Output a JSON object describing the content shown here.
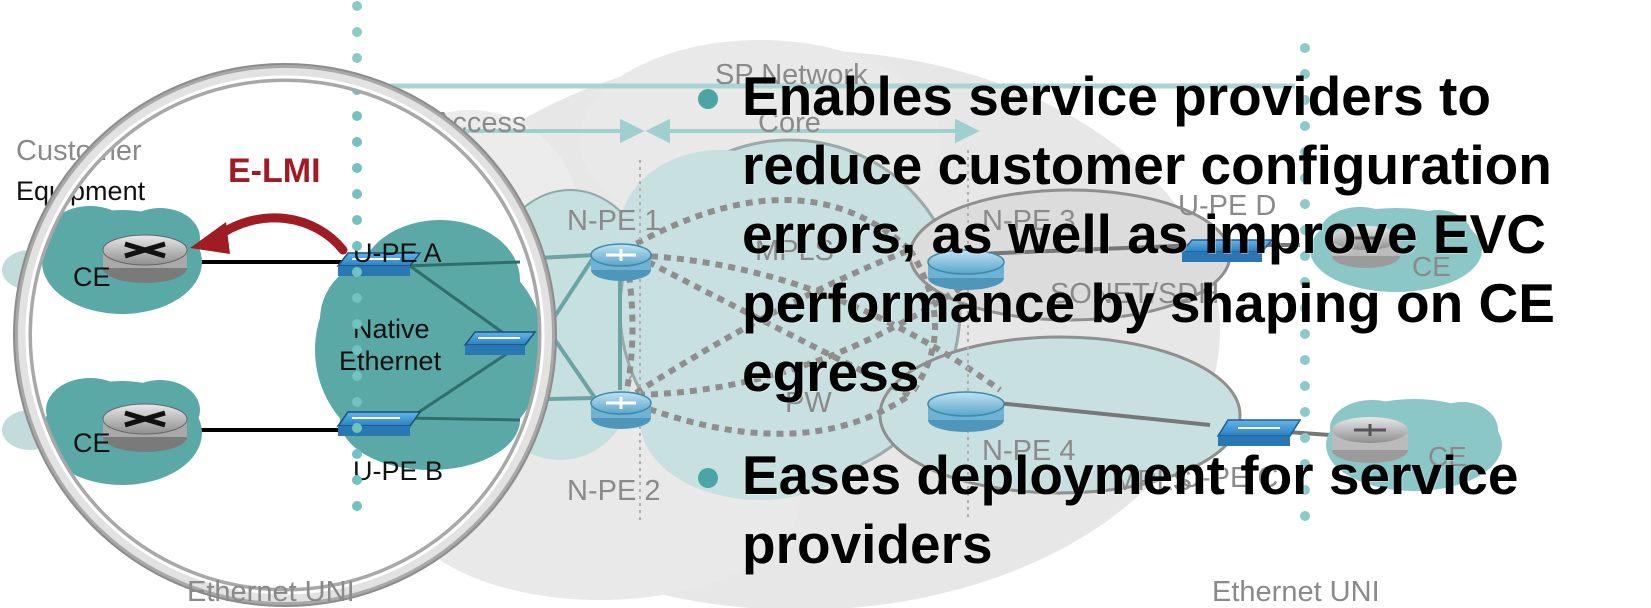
{
  "diagram": {
    "sp_network": "SP Network",
    "access": "Access",
    "core": "Core",
    "customer_equipment": "Customer Equipment",
    "elmi": "E-LMI",
    "ce": "CE",
    "upe_a": "U-PE A",
    "upe_b": "U-PE B",
    "upe_c": "U-PE C",
    "upe_d": "U-PE D",
    "npe1": "N-PE 1",
    "npe2": "N-PE 2",
    "npe3": "N-PE 3",
    "npe4": "N-PE 4",
    "native_ethernet_line1": "Native",
    "native_ethernet_line2": "Ethernet",
    "mpls": "MPLS",
    "mpls_c": "MPLS",
    "sonet_sdh": "SONET/SDH",
    "pw": "PW",
    "ethernet_uni_left": "Ethernet UNI",
    "ethernet_uni_right": "Ethernet UNI"
  },
  "bullets": [
    "Enables service providers to reduce customer configuration errors, as well as improve EVC performance by shaping on CE egress",
    "Eases deployment for service providers"
  ],
  "colors": {
    "teal_cloud": "#5aa9a6",
    "light_cloud": "#c6dfdf",
    "grey_cloud": "#dadada",
    "accent_teal": "#4aa5a4",
    "elmi_red": "#a01c25",
    "switch_blue": "#2f86c8"
  }
}
